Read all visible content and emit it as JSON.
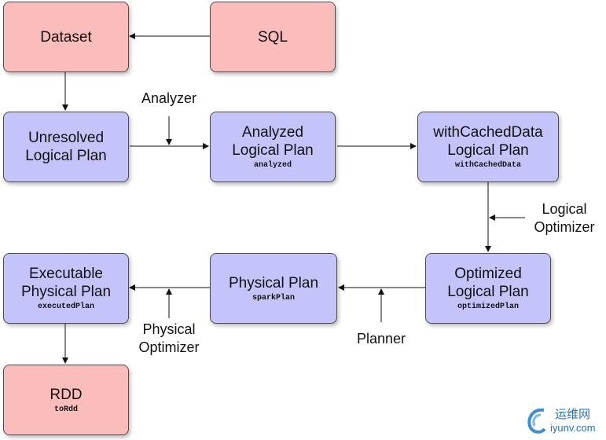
{
  "nodes": {
    "dataset": {
      "title": "Dataset",
      "code": ""
    },
    "sql": {
      "title": "SQL",
      "code": ""
    },
    "unresolved": {
      "title": "Unresolved\nLogical Plan",
      "code": ""
    },
    "analyzed": {
      "title": "Analyzed\nLogical Plan",
      "code": "analyzed"
    },
    "cached": {
      "title": "withCachedData\nLogical Plan",
      "code": "withCachedData"
    },
    "optimized": {
      "title": "Optimized\nLogical Plan",
      "code": "optimizedPlan"
    },
    "physical": {
      "title": "Physical Plan",
      "code": "sparkPlan"
    },
    "executable": {
      "title": "Executable\nPhysical Plan",
      "code": "executedPlan"
    },
    "rdd": {
      "title": "RDD",
      "code": "toRdd"
    }
  },
  "labels": {
    "analyzer": "Analyzer",
    "logical_optimizer": "Logical\nOptimizer",
    "planner": "Planner",
    "physical_optimizer": "Physical\nOptimizer"
  },
  "watermark": {
    "brand_cn": "运维网",
    "brand_url": "iyunv.com"
  },
  "colors": {
    "source_box": "#fbbcbc",
    "plan_box": "#c4c4fa"
  }
}
